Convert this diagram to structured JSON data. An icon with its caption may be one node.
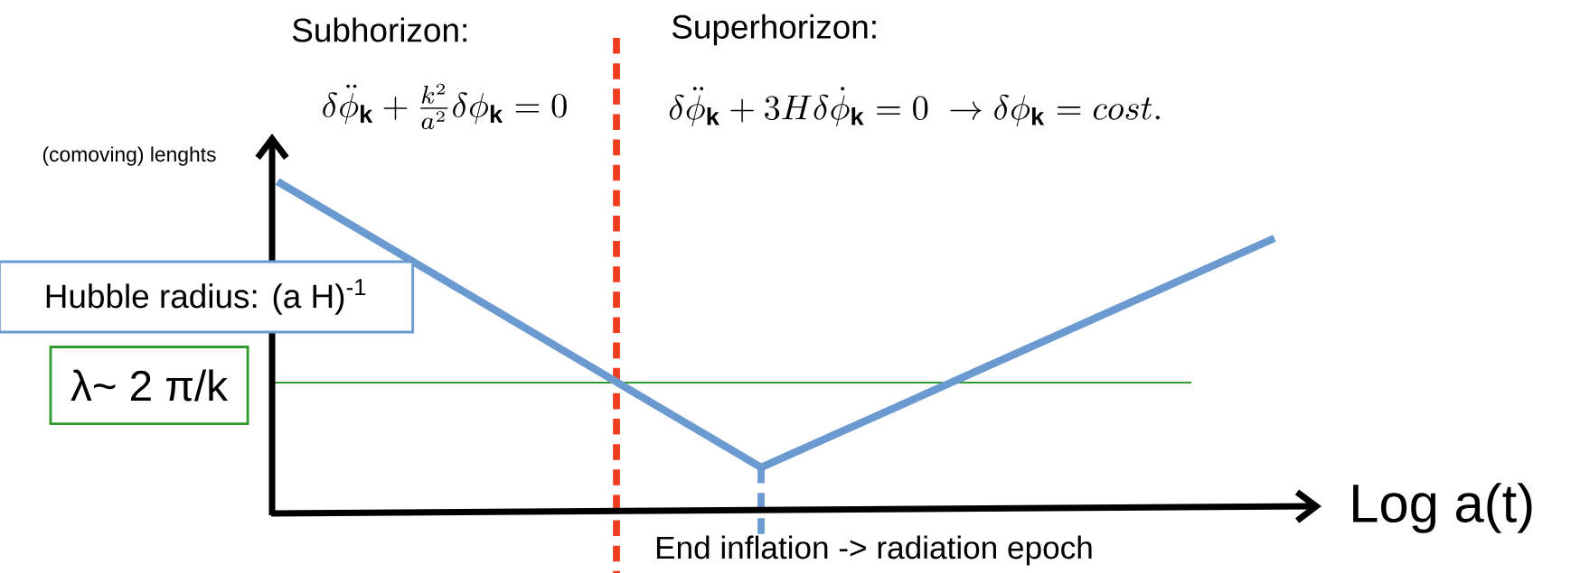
{
  "diagram": {
    "nodes": [
      {
        "text": [
          "Hubble radius: (a H)$^{-1}$"
        ]
      },
      {
        "text": [
          "λ~ 2 π/k"
        ]
      }
    ],
    "labels": [
      "Subhorizon:",
      "\\delta\\ddot{\\phi}_{\\mathbf{k}}+\\frac{k^2}{a^2}\\delta\\phi_{\\mathbf{k}}=0",
      "Superhorizon:",
      "\\delta\\ddot{\\phi}_{\\mathbf{k}}+3H\\delta\\dot{\\phi}_{\\mathbf{k}}=0\\ \\rightarrow\\delta\\phi_{\\mathbf{k}}=cost.",
      "(comoving) lenghts",
      "Log a(t)",
      "End inflation -> radiation epoch"
    ]
  }
}
